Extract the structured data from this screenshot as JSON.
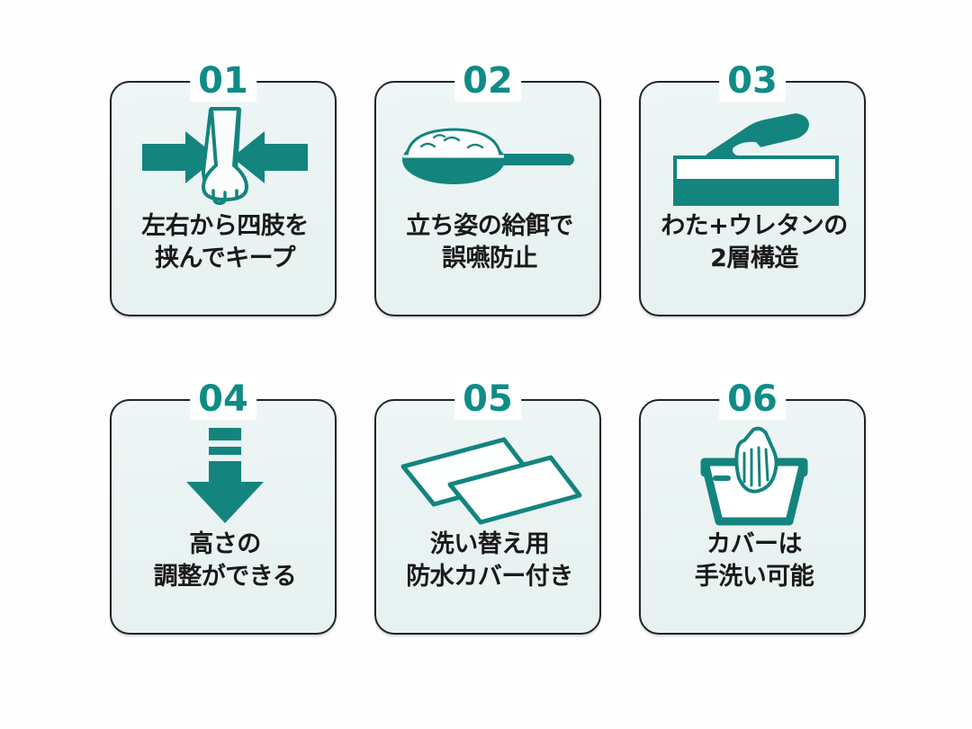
{
  "palette": {
    "teal": "#14847f",
    "teal_dark": "#0f8c87",
    "card_bg": "#eaf3f2",
    "border": "#20252b",
    "text": "#1a1a1a",
    "page_bg": "#fefefe"
  },
  "cards": [
    {
      "number": "01",
      "icon": "leg-squeeze-arrows-icon",
      "caption_line1": "左右から四肢を",
      "caption_line2": "挟んでキープ"
    },
    {
      "number": "02",
      "icon": "food-spoon-icon",
      "caption_line1": "立ち姿の給餌で",
      "caption_line2": "誤嚥防止"
    },
    {
      "number": "03",
      "icon": "hand-on-two-layer-mat-icon",
      "caption_line1": "わた+ウレタンの",
      "caption_line2": "2層構造"
    },
    {
      "number": "04",
      "icon": "down-arrow-height-icon",
      "caption_line1": "高さの",
      "caption_line2": "調整ができる"
    },
    {
      "number": "05",
      "icon": "two-sheets-cover-icon",
      "caption_line1": "洗い替え用",
      "caption_line2": "防水カバー付き"
    },
    {
      "number": "06",
      "icon": "hand-wash-basin-icon",
      "caption_line1": "カバーは",
      "caption_line2": "手洗い可能"
    }
  ]
}
